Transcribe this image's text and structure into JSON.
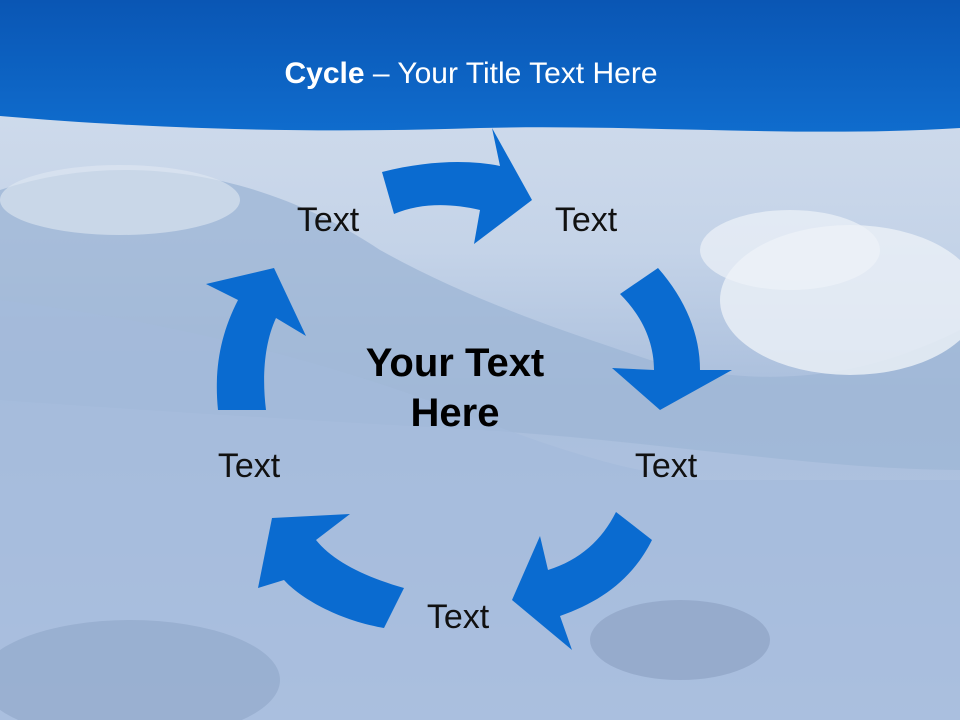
{
  "title": {
    "bold": "Cycle",
    "rest": " – Your Title Text Here"
  },
  "center": {
    "line1": "Your Text",
    "line2": "Here"
  },
  "nodes": [
    {
      "label": "Text"
    },
    {
      "label": "Text"
    },
    {
      "label": "Text"
    },
    {
      "label": "Text"
    },
    {
      "label": "Text"
    }
  ],
  "colors": {
    "header": "#0c62c2",
    "arrow": "#0a6bd0",
    "background": "#b3c5e2"
  }
}
